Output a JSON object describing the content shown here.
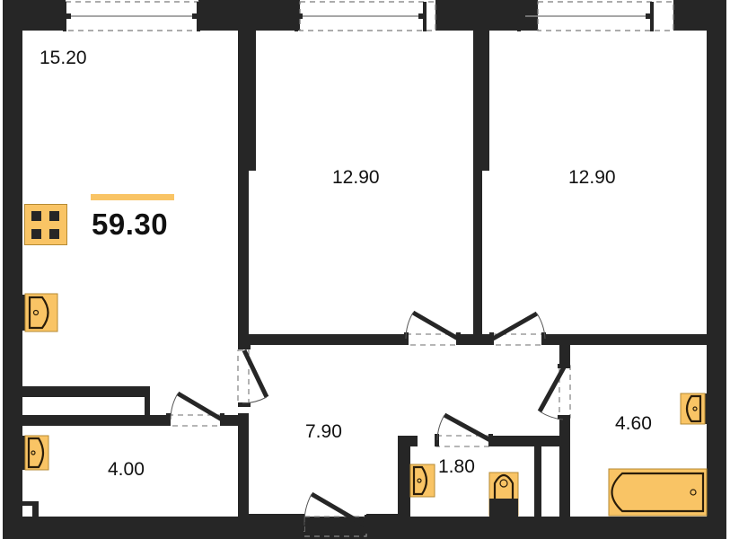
{
  "plan": {
    "total_area": "59.30",
    "accent_color": "#f9c465",
    "wall_color": "#262626",
    "rooms": [
      {
        "id": "kitchen-living",
        "area": "15.20"
      },
      {
        "id": "bedroom-1",
        "area": "12.90"
      },
      {
        "id": "bedroom-2",
        "area": "12.90"
      },
      {
        "id": "hallway",
        "area": "7.90"
      },
      {
        "id": "storage",
        "area": "4.00"
      },
      {
        "id": "toilet",
        "area": "1.80"
      },
      {
        "id": "bathroom",
        "area": "4.60"
      }
    ],
    "icons": {
      "total": "grid-icon",
      "sink": "sink-icon",
      "toilet": "toilet-icon",
      "bathtub": "bathtub-icon"
    }
  }
}
